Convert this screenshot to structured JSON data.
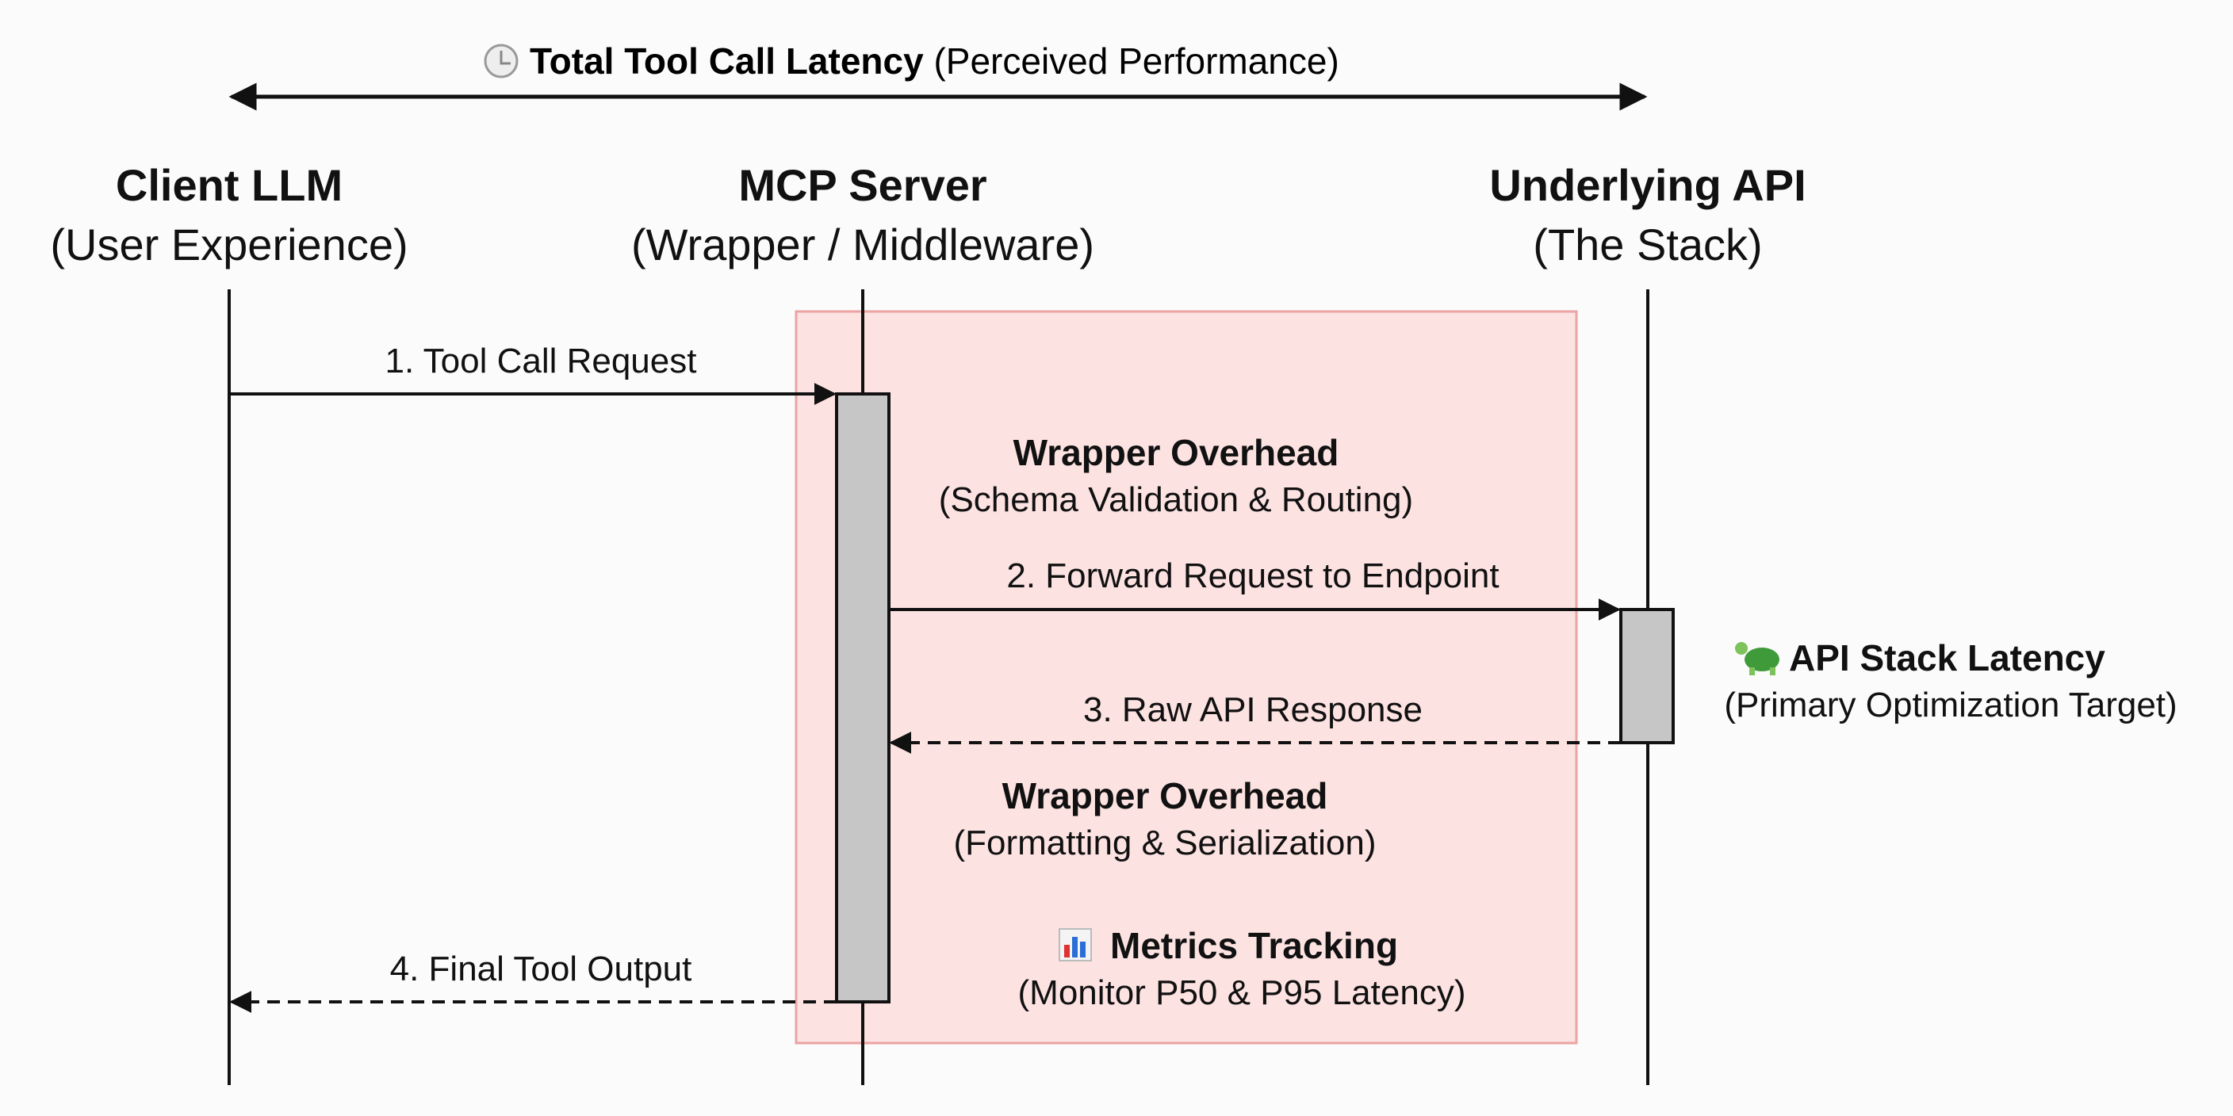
{
  "title": {
    "icon": "clock-icon",
    "bold": "Total Tool Call Latency",
    "normal": "(Perceived Performance)"
  },
  "participants": [
    {
      "name": "Client LLM",
      "subtitle": "(User Experience)"
    },
    {
      "name": "MCP Server",
      "subtitle": "(Wrapper / Middleware)"
    },
    {
      "name": "Underlying API",
      "subtitle": "(The Stack)"
    }
  ],
  "messages": [
    {
      "label": "1. Tool Call Request",
      "style": "solid"
    },
    {
      "label": "2. Forward Request to Endpoint",
      "style": "solid"
    },
    {
      "label": "3. Raw API Response",
      "style": "dashed"
    },
    {
      "label": "4. Final Tool Output",
      "style": "dashed"
    }
  ],
  "notes": {
    "wrapper_overhead_1": {
      "title": "Wrapper Overhead",
      "subtitle": "(Schema Validation & Routing)"
    },
    "wrapper_overhead_2": {
      "title": "Wrapper Overhead",
      "subtitle": "(Formatting & Serialization)"
    },
    "metrics": {
      "icon": "bar-chart-icon",
      "title": "Metrics Tracking",
      "subtitle": "(Monitor P50 & P95 Latency)"
    },
    "api_latency": {
      "icon": "turtle-icon",
      "title": "API Stack Latency",
      "subtitle": "(Primary Optimization Target)"
    }
  },
  "colors": {
    "highlight_fill": "#fde2e2",
    "highlight_border": "#eba3a3",
    "activation": "#c6c6c6"
  }
}
